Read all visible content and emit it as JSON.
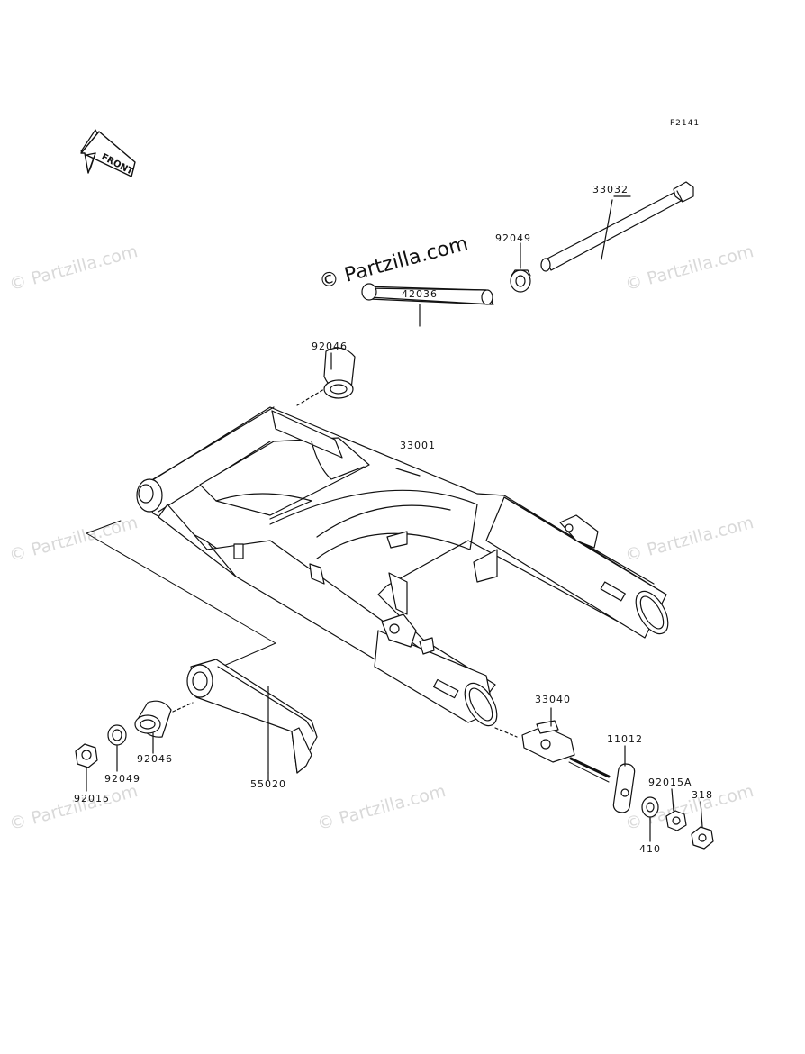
{
  "figure_code": "F2141",
  "front_arrow_text": "FRONT",
  "main_watermark": "© Partzilla.com",
  "faint_watermark": "© Partzilla.com",
  "parts": {
    "p33032": "33032",
    "p92049_top": "92049",
    "p42036": "42036",
    "p92046_top": "92046",
    "p33001": "33001",
    "p33040": "33040",
    "p11012": "11012",
    "p92015A": "92015A",
    "p318": "318",
    "p410": "410",
    "p55020": "55020",
    "p92046_bottom": "92046",
    "p92049_bottom": "92049",
    "p92015": "92015"
  },
  "colors": {
    "line": "#111111",
    "watermark": "#d9d9d9",
    "fill": "#ffffff"
  }
}
